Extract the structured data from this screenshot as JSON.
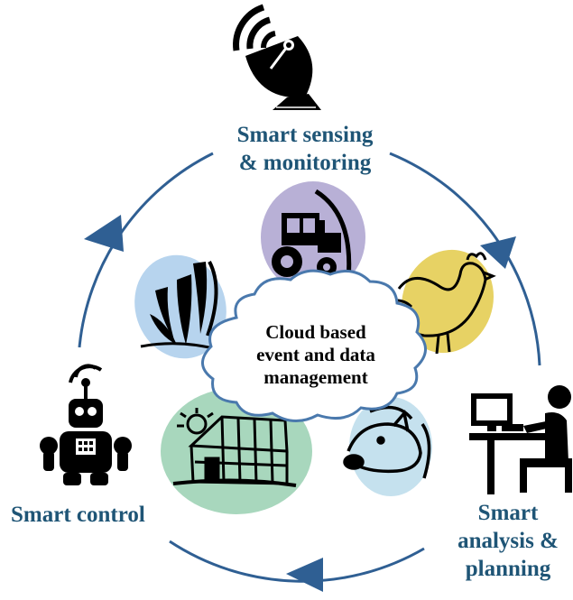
{
  "stages": {
    "sensing": {
      "line1": "Smart sensing",
      "line2": "& monitoring",
      "icon": "satellite-dish-icon"
    },
    "analysis": {
      "line1": "Smart",
      "line2": "analysis &",
      "line3": "planning",
      "icon": "person-at-computer-icon"
    },
    "control": {
      "label": "Smart control",
      "icon": "robot-icon"
    }
  },
  "center": {
    "line1": "Cloud based",
    "line2": "event and data",
    "line3": "management"
  },
  "farm_icons": [
    "tractor-icon",
    "chicken-icon",
    "pig-icon",
    "greenhouse-icon",
    "corn-icon"
  ],
  "colors": {
    "label": "#1f5576",
    "cycle_arrow": "#2f5f93",
    "cloud_stroke": "#4a79ad",
    "tractor_bg": "#b8b0d6",
    "chicken_bg": "#e7d264",
    "pig_bg": "#c5e1ee",
    "greenhouse_bg": "#a8d7bd",
    "corn_bg": "#b7d4ee"
  }
}
